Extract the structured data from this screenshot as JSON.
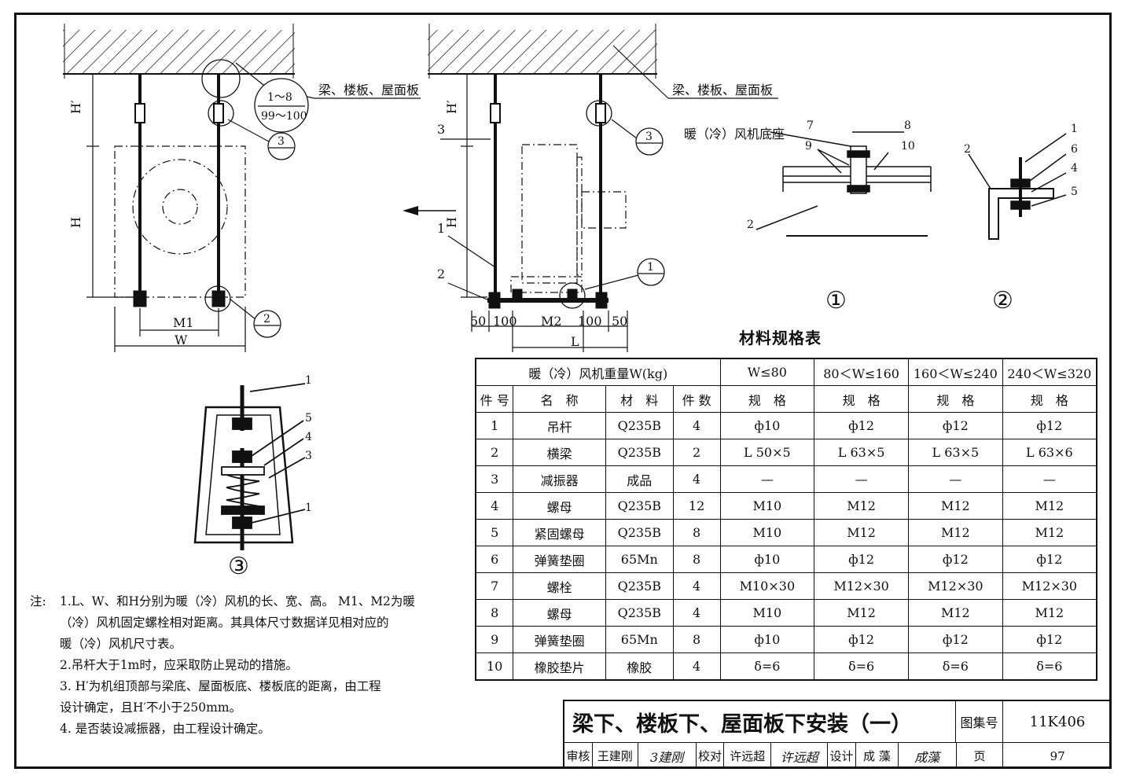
{
  "labels": {
    "beam_slab_roof_left": "梁、楼板、屋面板",
    "beam_slab_roof_right": "梁、楼板、屋面板",
    "fan_base": "暖（冷）风机底座",
    "callout_range_top": "1～8",
    "callout_range_bottom": "99～100",
    "h_prime": "H′",
    "h": "H",
    "m1": "M1",
    "m2": "M2",
    "w": "W",
    "l": "L",
    "dim_50": "50",
    "dim_100": "100",
    "detail_1": "1",
    "detail_2": "2",
    "detail_3": "3",
    "circle_1": "①",
    "circle_2": "②",
    "circle_3": "③"
  },
  "spec_table": {
    "title": "材料规格表",
    "weight_header": "暖（冷）风机重量W(kg)",
    "weight_ranges": [
      "W≤80",
      "80＜W≤160",
      "160＜W≤240",
      "240＜W≤320"
    ],
    "col_headers": {
      "no": "件 号",
      "name": "名　称",
      "material": "材　料",
      "qty": "件 数",
      "spec": "规　格"
    },
    "rows": [
      {
        "no": "1",
        "name": "吊杆",
        "material": "Q235B",
        "qty": "4",
        "specs": [
          "ф10",
          "ф12",
          "ф12",
          "ф12"
        ]
      },
      {
        "no": "2",
        "name": "横梁",
        "material": "Q235B",
        "qty": "2",
        "specs": [
          "L 50×5",
          "L 63×5",
          "L 63×5",
          "L 63×6"
        ]
      },
      {
        "no": "3",
        "name": "减振器",
        "material": "成品",
        "qty": "4",
        "specs": [
          "—",
          "—",
          "—",
          "—"
        ]
      },
      {
        "no": "4",
        "name": "螺母",
        "material": "Q235B",
        "qty": "12",
        "specs": [
          "M10",
          "M12",
          "M12",
          "M12"
        ]
      },
      {
        "no": "5",
        "name": "紧固螺母",
        "material": "Q235B",
        "qty": "8",
        "specs": [
          "M10",
          "M12",
          "M12",
          "M12"
        ]
      },
      {
        "no": "6",
        "name": "弹簧垫圈",
        "material": "65Mn",
        "qty": "8",
        "specs": [
          "ф10",
          "ф12",
          "ф12",
          "ф12"
        ]
      },
      {
        "no": "7",
        "name": "螺栓",
        "material": "Q235B",
        "qty": "4",
        "specs": [
          "M10×30",
          "M12×30",
          "M12×30",
          "M12×30"
        ]
      },
      {
        "no": "8",
        "name": "螺母",
        "material": "Q235B",
        "qty": "4",
        "specs": [
          "M10",
          "M12",
          "M12",
          "M12"
        ]
      },
      {
        "no": "9",
        "name": "弹簧垫圈",
        "material": "65Mn",
        "qty": "8",
        "specs": [
          "ф10",
          "ф12",
          "ф12",
          "ф12"
        ]
      },
      {
        "no": "10",
        "name": "橡胶垫片",
        "material": "橡胶",
        "qty": "4",
        "specs": [
          "δ=6",
          "δ=6",
          "δ=6",
          "δ=6"
        ]
      }
    ]
  },
  "notes": {
    "head": "注:",
    "lines": [
      "1.L、W、和H分别为暖（冷）风机的长、宽、高。 M1、M2为暖",
      "（冷）风机固定螺栓相对距离。其具体尺寸数据详见相对应的",
      "暖（冷）风机尺寸表。",
      "2.吊杆大于1m时，应采取防止晃动的措施。",
      "3. H′为机组顶部与梁底、屋面板底、楼板底的距离，由工程",
      "设计确定，且H′不小于250mm。",
      "4. 是否装设减振器，由工程设计确定。"
    ]
  },
  "title_block": {
    "title": "梁下、楼板下、屋面板下安装（一）",
    "atlas_label": "图集号",
    "atlas_no": "11K406",
    "review_label": "审核",
    "reviewer": "王建刚",
    "reviewer_sig": "3建刚",
    "check_label": "校对",
    "checker": "许远超",
    "checker_sig": "许远超",
    "design_label": "设计",
    "designer": "成 藻",
    "designer_sig": "成藻",
    "page_label": "页",
    "page_no": "97"
  }
}
